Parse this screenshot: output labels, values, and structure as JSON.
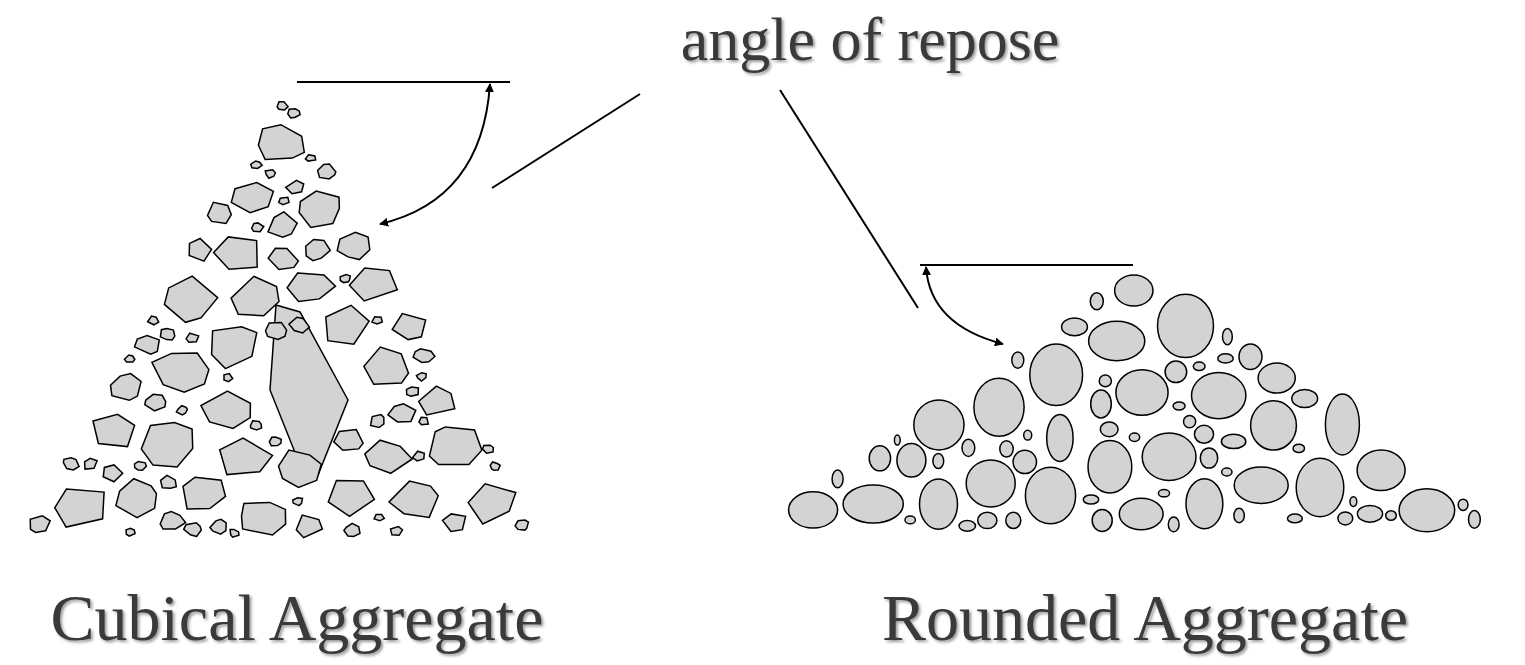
{
  "diagram": {
    "labels": [
      "angle of repose",
      "Cubical Aggregate",
      "Rounded Aggregate"
    ]
  }
}
